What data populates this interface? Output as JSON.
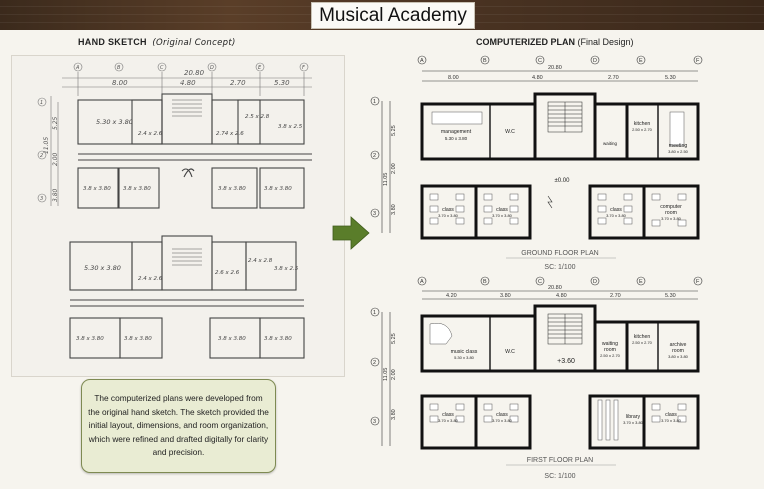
{
  "header": {
    "title": "Musical Academy"
  },
  "sketch": {
    "heading": "HAND SKETCH",
    "subheading": "(Original Concept)",
    "col_labels": [
      "A",
      "B",
      "C",
      "D",
      "E",
      "F"
    ],
    "overall_dim": "20.80",
    "span_dims": [
      "8.00",
      "4.80",
      "2.70",
      "5.30"
    ],
    "row_labels": [
      "1",
      "2",
      "3"
    ],
    "vertical_dims": [
      "5.25",
      "2.00",
      "3.80"
    ],
    "total_vertical": "11.05",
    "ground_rooms": [
      "5.30 x 3.80",
      "2.4 x 2.6",
      "2.74 x 2.6",
      "2.5 x 2.8",
      "3.8 x 2.5",
      "3.8 x 3.80",
      "3.8 x 3.80",
      "3.8 x 3.80",
      "3.8 x 3.80"
    ],
    "first_rooms": [
      "5.30 x 3.80",
      "2.4 x 2.6",
      "2.6 x 2.6",
      "2.4 x 2.8",
      "3.8 x 2.5",
      "3.8 x 3.80",
      "3.8 x 3.80",
      "3.8 x 3.80",
      "3.8 x 3.80"
    ]
  },
  "cad": {
    "heading": "COMPUTERIZED PLAN",
    "subheading": "(Final Design)",
    "col_labels": [
      "A",
      "B",
      "C",
      "D",
      "E",
      "F"
    ],
    "ground": {
      "overall_dim": "20.80",
      "span_dims": [
        "8.00",
        "4.80",
        "2.70",
        "5.30"
      ],
      "vertical_dims": [
        "5.25",
        "2.00",
        "3.80"
      ],
      "total_vertical": "11.05",
      "row_labels": [
        "1",
        "2",
        "3"
      ],
      "level": "±0.00",
      "plan_title": "GROUND FLOOR PLAN",
      "scale": "SC:    1/100",
      "rooms": {
        "management": "management",
        "management_dim": "5.30 x 3.80",
        "wc": "W.C",
        "kitchen": "kitchen",
        "kitchen_dim": "2.50 x 2.70",
        "meeting": "meeting",
        "meeting_dim": "3.80 x 2.50",
        "waiting": "waiting",
        "class_a": "class",
        "class_a_dim": "3.70 x 3.80",
        "class_b": "class",
        "class_b_dim": "3.70 x 3.80",
        "class_e": "class",
        "class_e_dim": "3.70 x 3.80",
        "computer": "computer",
        "computer2": "room",
        "computer_dim": "3.70 x 3.80"
      }
    },
    "first": {
      "overall_dim": "20.80",
      "span_dims": [
        "4.20",
        "3.80",
        "4.80",
        "2.70",
        "5.30"
      ],
      "vertical_dims": [
        "5.25",
        "2.00",
        "3.80"
      ],
      "total_vertical": "11.05",
      "row_labels": [
        "1",
        "2",
        "3"
      ],
      "level": "+3.60",
      "plan_title": "FIRST FLOOR PLAN",
      "scale": "SC:    1/100",
      "rooms": {
        "music": "music class",
        "music_dim": "5.30 x 3.80",
        "wc": "W.C",
        "waiting": "waiting",
        "waiting2": "room",
        "waiting_dim": "2.50 x 2.70",
        "kitchen": "kitchen",
        "kitchen_dim": "2.50 x 2.70",
        "archive": "archive",
        "archive2": "room",
        "archive_dim": "3.80 x 3.80",
        "class_a": "class",
        "class_a_dim": "3.70 x 3.80",
        "class_b": "class",
        "class_b_dim": "3.70 x 3.80",
        "library": "library",
        "library_dim": "3.70 x 3.80",
        "class_f": "class",
        "class_f_dim": "3.70 x 3.80"
      }
    }
  },
  "note": {
    "text": "The computerized plans were developed from the original hand sketch. The sketch provided the initial layout, dimensions, and room organization, which were refined and drafted digitally for clarity and precision."
  },
  "colors": {
    "arrow": "#5a7d2a",
    "note_border": "#7e8a52",
    "note_bg": "#e9ecd3",
    "wall": "#1a1a1a"
  }
}
